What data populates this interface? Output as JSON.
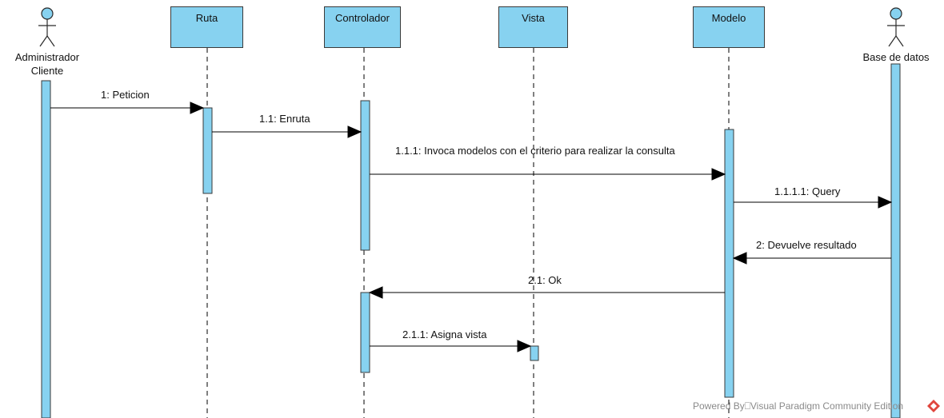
{
  "colors": {
    "lifeline_fill": "#87d2f0",
    "activation_fill": "#87d2f0",
    "outline": "#3a3a3a",
    "line": "#000000",
    "watermark_text": "#8a8a8a",
    "watermark_logo": "#e0463d"
  },
  "actors": [
    {
      "id": "admin",
      "label_line1": "Administrador",
      "label_line2": "Cliente",
      "icon": "stick-figure-icon"
    },
    {
      "id": "db",
      "label": "Base de datos",
      "icon": "stick-figure-icon"
    }
  ],
  "lifelines": [
    {
      "id": "ruta",
      "label": "Ruta"
    },
    {
      "id": "controlador",
      "label": "Controlador"
    },
    {
      "id": "vista",
      "label": "Vista"
    },
    {
      "id": "modelo",
      "label": "Modelo"
    }
  ],
  "messages": [
    {
      "label": "1: Peticion",
      "from": "admin",
      "to": "ruta",
      "type": "sync"
    },
    {
      "label": "1.1: Enruta",
      "from": "ruta",
      "to": "controlador",
      "type": "sync"
    },
    {
      "label": "1.1.1: Invoca modelos con el criterio para realizar la consulta",
      "from": "controlador",
      "to": "modelo",
      "type": "sync"
    },
    {
      "label": "1.1.1.1: Query",
      "from": "modelo",
      "to": "db",
      "type": "sync"
    },
    {
      "label": "2: Devuelve resultado",
      "from": "db",
      "to": "modelo",
      "type": "return"
    },
    {
      "label": "2.1: Ok",
      "from": "modelo",
      "to": "controlador",
      "type": "sync"
    },
    {
      "label": "2.1.1: Asigna vista",
      "from": "controlador",
      "to": "vista",
      "type": "sync"
    }
  ],
  "watermark": {
    "text": "Powered By⎕Visual Paradigm Community Edition",
    "icon": "visual-paradigm-logo-icon"
  }
}
